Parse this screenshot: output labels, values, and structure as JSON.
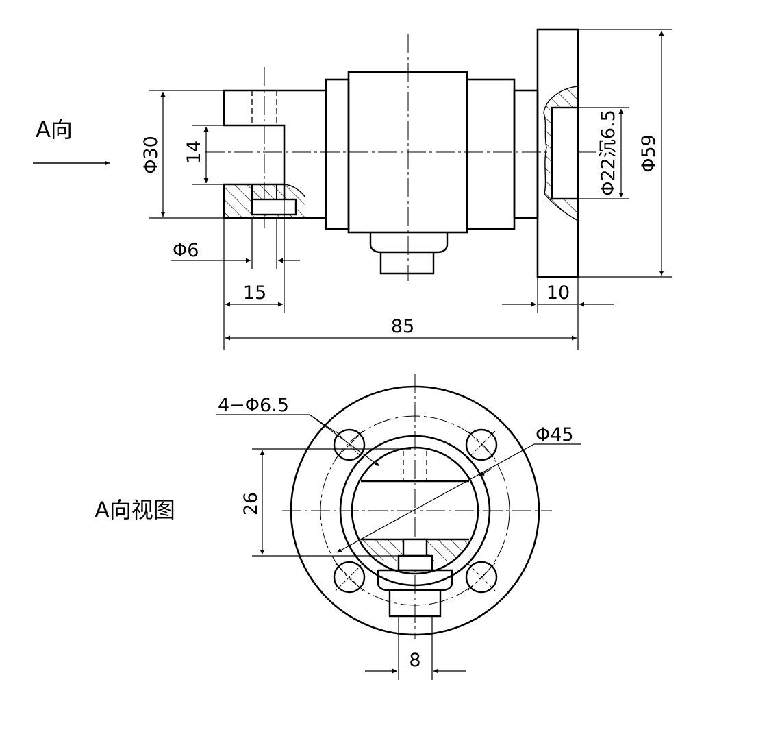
{
  "labels": {
    "view_direction": "A向",
    "view_title": "A向视图"
  },
  "dimensions": {
    "overall_length": "85",
    "flange_thickness": "10",
    "slot_width": "15",
    "hole_dia": "Φ6",
    "body_dia": "Φ30",
    "slot_height": "14",
    "counterbore": "Φ22沉6.5",
    "flange_dia": "Φ59",
    "bolt_holes": "4−Φ6.5",
    "bolt_circle": "Φ45",
    "bore_flat": "26",
    "key_width": "8"
  }
}
